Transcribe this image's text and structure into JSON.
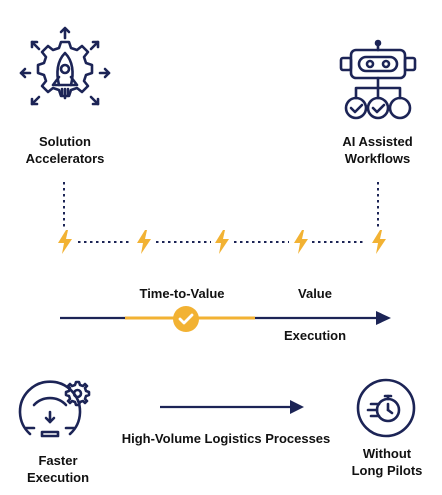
{
  "colors": {
    "navy": "#1c2456",
    "gold": "#f2b233",
    "text": "#111111"
  },
  "top_left": {
    "icon": "rocket-gear-icon",
    "label_line1": "Solution",
    "label_line2": "Accelerators"
  },
  "top_right": {
    "icon": "robot-workflow-icon",
    "label_line1": "AI Assisted",
    "label_line2": "Workflows"
  },
  "timeline": {
    "node_icon": "lightning-bolt-icon",
    "node_count": 5
  },
  "axis": {
    "label_time_to_value": "Time-to-Value",
    "label_value": "Value",
    "label_execution": "Execution",
    "check_icon": "check-circle-icon"
  },
  "bottom_left": {
    "icon": "speedometer-gear-icon",
    "label_line1": "Faster",
    "label_line2": "Execution"
  },
  "bottom_middle": {
    "arrow_label": "High-Volume Logistics Processes"
  },
  "bottom_right": {
    "icon": "no-pilot-clock-icon",
    "label_line1": "Without",
    "label_line2": "Long Pilots"
  }
}
